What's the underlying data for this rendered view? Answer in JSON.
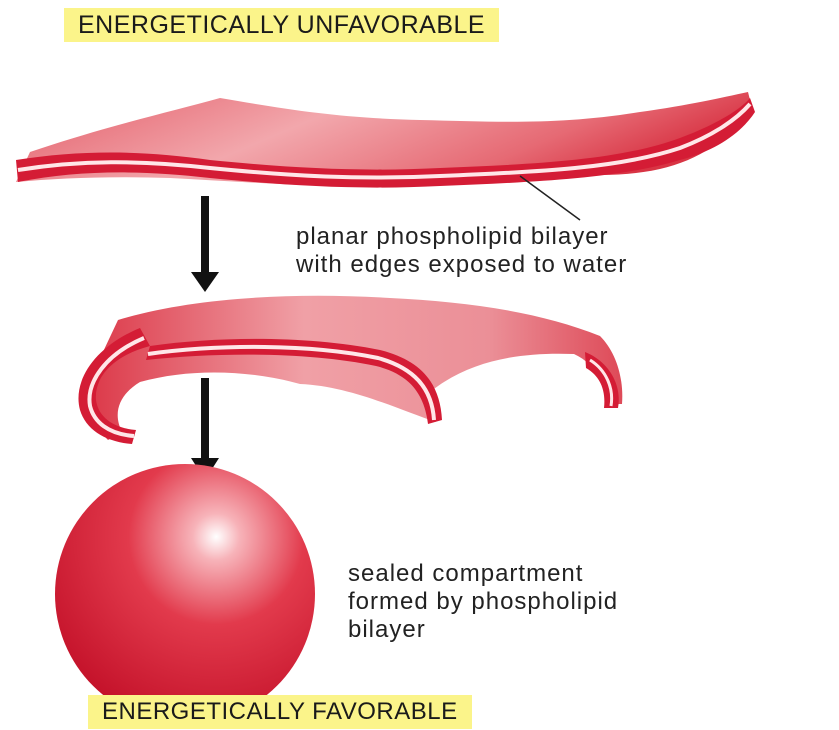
{
  "labels": {
    "top_banner": "ENERGETICALLY UNFAVORABLE",
    "bottom_banner": "ENERGETICALLY FAVORABLE",
    "planar_caption": [
      "planar phospholipid bilayer",
      "with edges exposed to water"
    ],
    "sealed_caption": [
      "sealed compartment",
      "formed by phospholipid",
      "bilayer"
    ]
  },
  "colors": {
    "banner_background": "#fbf48a",
    "membrane_red": "#d41c35",
    "membrane_light": "#ec8a93",
    "arrow": "#111111"
  }
}
